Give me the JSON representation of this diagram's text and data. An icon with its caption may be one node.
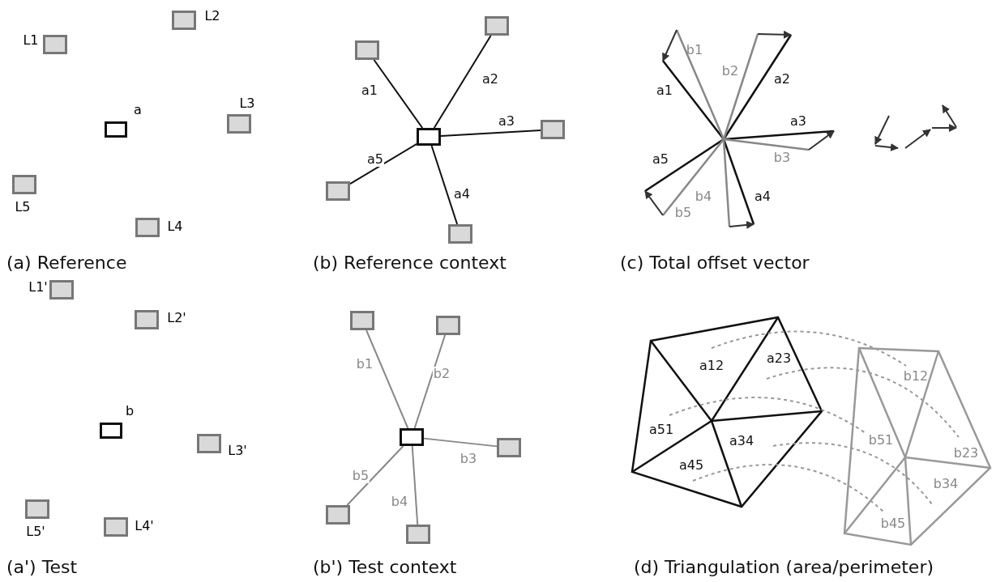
{
  "diagram": {
    "nodes": [
      {
        "text": [],
        "shape": "box",
        "beside": [
          "a"
        ]
      },
      {
        "text": [],
        "shape": "box",
        "beside": [
          "L1"
        ]
      },
      {
        "text": [],
        "shape": "box",
        "beside": [
          "L2"
        ]
      },
      {
        "text": [],
        "shape": "box",
        "beside": [
          "L3"
        ]
      },
      {
        "text": [],
        "shape": "box",
        "beside": [
          "L4"
        ]
      },
      {
        "text": [],
        "shape": "box",
        "beside": [
          "L5"
        ]
      },
      {
        "text": [],
        "shape": "box"
      },
      {
        "text": [],
        "shape": "box"
      },
      {
        "text": [],
        "shape": "box"
      },
      {
        "text": [],
        "shape": "box"
      },
      {
        "text": [],
        "shape": "box"
      },
      {
        "text": [],
        "shape": "box"
      },
      {
        "text": [],
        "shape": "box",
        "beside": [
          "b"
        ]
      },
      {
        "text": [],
        "shape": "box",
        "beside": [
          "L1'"
        ]
      },
      {
        "text": [],
        "shape": "box",
        "beside": [
          "L2'"
        ]
      },
      {
        "text": [],
        "shape": "box",
        "beside": [
          "L3'"
        ]
      },
      {
        "text": [],
        "shape": "box",
        "beside": [
          "L4'"
        ]
      },
      {
        "text": [],
        "shape": "box",
        "beside": [
          "L5'"
        ]
      },
      {
        "text": [],
        "shape": "box"
      },
      {
        "text": [],
        "shape": "box"
      },
      {
        "text": [],
        "shape": "box"
      },
      {
        "text": [],
        "shape": "box"
      },
      {
        "text": [],
        "shape": "box"
      },
      {
        "text": [],
        "shape": "box"
      }
    ],
    "edges": [
      {
        "from": 6,
        "to": 7,
        "arrow": "none",
        "label": "a1"
      },
      {
        "from": 6,
        "to": 8,
        "arrow": "none",
        "label": "a2"
      },
      {
        "from": 6,
        "to": 9,
        "arrow": "none",
        "label": "a3"
      },
      {
        "from": 6,
        "to": 10,
        "arrow": "none",
        "label": "a4"
      },
      {
        "from": 6,
        "to": 11,
        "arrow": "none",
        "label": "a5"
      },
      {
        "from": 18,
        "to": 19,
        "arrow": "none",
        "label": "b1",
        "color": "#888888"
      },
      {
        "from": 18,
        "to": 20,
        "arrow": "none",
        "label": "b2",
        "color": "#888888"
      },
      {
        "from": 18,
        "to": 21,
        "arrow": "none",
        "label": "b3",
        "color": "#888888"
      },
      {
        "from": 18,
        "to": 22,
        "arrow": "none",
        "label": "b4",
        "color": "#888888"
      },
      {
        "from": 18,
        "to": 23,
        "arrow": "none",
        "label": "b5",
        "color": "#888888"
      }
    ],
    "labels": [
      "(a) Reference",
      "(b) Reference context",
      "(c) Total offset vector",
      "a1",
      "b1",
      "b2",
      "a2",
      "a3",
      "a5",
      "b3",
      "b5",
      "b4",
      "a4",
      "(a') Test",
      "(b') Test context",
      "a12",
      "a23",
      "a51",
      "a34",
      "a45",
      "b12",
      "b51",
      "b23",
      "b34",
      "b45",
      "(d) Triangulation (area/perimeter)"
    ]
  }
}
